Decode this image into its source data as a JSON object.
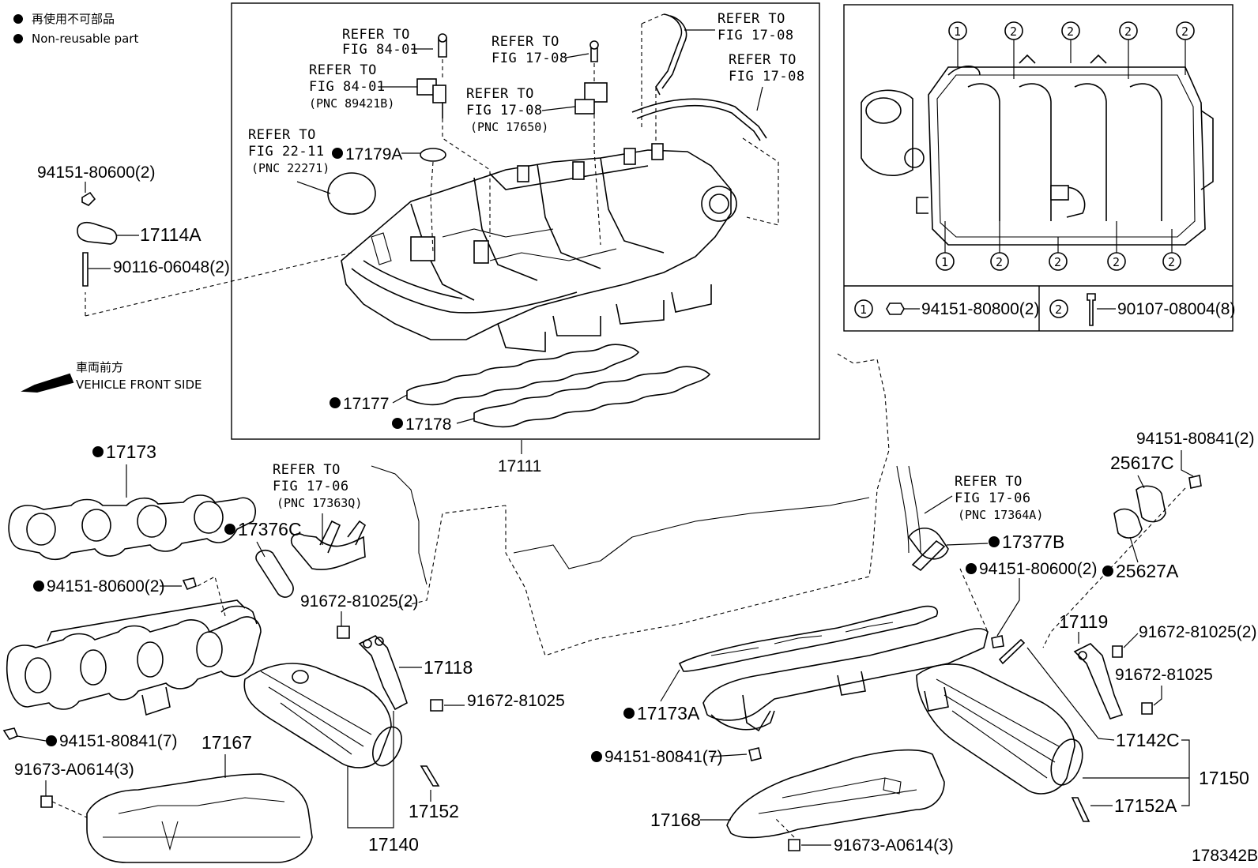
{
  "legend": {
    "line1": "再使用不可部品",
    "line2": "Non-reusable part"
  },
  "direction": {
    "jp": "車両前方",
    "en": "VEHICLE FRONT SIDE"
  },
  "refs": {
    "r1": [
      "REFER TO",
      "FIG 84-01"
    ],
    "r2": [
      "REFER TO",
      "FIG 84-01",
      "(PNC 89421B)"
    ],
    "r3": [
      "REFER TO",
      "FIG 17-08"
    ],
    "r4": [
      "REFER TO",
      "FIG 17-08",
      "(PNC 17650)"
    ],
    "r5": [
      "REFER TO",
      "FIG 17-08"
    ],
    "r6": [
      "REFER TO",
      "FIG 17-08"
    ],
    "r7": [
      "REFER TO",
      "FIG 22-11",
      "(PNC 22271)"
    ],
    "r8": [
      "REFER TO",
      "FIG 17-06",
      "(PNC 17363Q)"
    ],
    "r9": [
      "REFER TO",
      "FIG 17-06",
      "(PNC 17364A)"
    ]
  },
  "parts": {
    "p17179A": "17179A",
    "p94151_80600_a": "94151-80600(2)",
    "p17114A": "17114A",
    "p90116": "90116-06048(2)",
    "p17177": "17177",
    "p17178": "17178",
    "p17111": "17111",
    "p17173": "17173",
    "p17376C": "17376C",
    "p94151_80600_b": "94151-80600(2)",
    "p91672_81025_2a": "91672-81025(2)",
    "p17118": "17118",
    "p91672_81025_a": "91672-81025",
    "p94151_80841_7a": "94151-80841(7)",
    "p17167": "17167",
    "p91673_a": "91673-A0614(3)",
    "p17152": "17152",
    "p17140": "17140",
    "p94151_80841_2": "94151-80841(2)",
    "p25617C": "25617C",
    "p17377B": "17377B",
    "p94151_80600_c": "94151-80600(2)",
    "p25627A": "25627A",
    "p17119": "17119",
    "p91672_81025_2b": "91672-81025(2)",
    "p91672_81025_b": "91672-81025",
    "p17173A": "17173A",
    "p17142C": "17142C",
    "p94151_80841_7b": "94151-80841(7)",
    "p17150": "17150",
    "p17152A": "17152A",
    "p17168": "17168",
    "p91673_b": "91673-A0614(3)"
  },
  "inset": {
    "markers_top": [
      "1",
      "2",
      "2",
      "2",
      "2"
    ],
    "markers_bottom": [
      "1",
      "2",
      "2",
      "2",
      "2"
    ],
    "key1_marker": "1",
    "key1_part": "94151-80800(2)",
    "key2_marker": "2",
    "key2_part": "90107-08004(8)"
  },
  "figure_id": "178342B"
}
